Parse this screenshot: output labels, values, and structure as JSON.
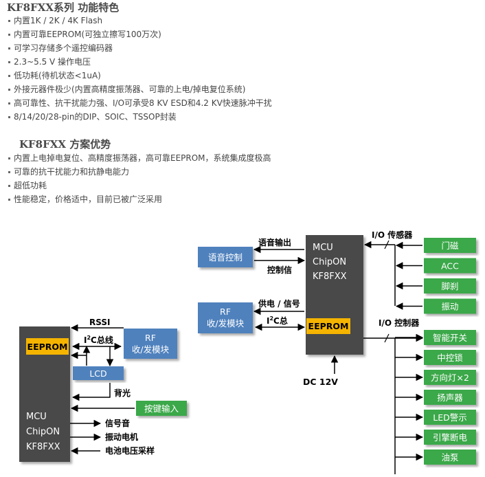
{
  "features": {
    "title": "KF8FXX系列 功能特色",
    "items": [
      "内置1K / 2K / 4K Flash",
      "内置可靠EEPROM(可独立擦写100万次)",
      "可学习存储多个遥控编码器",
      "2.3~5.5 V 操作电压",
      "低功耗(待机状态<1uA)",
      "外接元器件极少(内置高精度振荡器、可靠的上电/掉电复位系统)",
      "高可靠性、抗干扰能力强、I/O可承受8 KV ESD和4.2 KV快速脉冲干扰",
      "8/14/20/28-pin的DIP、SOIC、TSSOP封装"
    ]
  },
  "advantages": {
    "title": "KF8FXX 方案优势",
    "items": [
      "内置上电掉电复位、高精度振荡器，高可靠EEPROM，系统集成度极高",
      "可靠的抗干扰能力和抗静电能力",
      "超低功耗",
      "性能稳定，价格适中，目前已被广泛采用"
    ]
  },
  "diagram": {
    "left_mcu": [
      "MCU",
      "ChipON",
      "KF8FXX"
    ],
    "left_eeprom": "EEPROM",
    "rssi": "RSSI",
    "i2c_bus_prefix": "I",
    "i2c_bus_sup": "2",
    "i2c_bus_suffix": "C总线",
    "rf_left": [
      "RF",
      "收/发模块"
    ],
    "lcd": "LCD",
    "backlight": "背光",
    "key_input": "按键输入",
    "signal_tone": "信号音",
    "vibration_motor": "振动电机",
    "battery_sampling": "电池电压采样",
    "rf_center": [
      "RF",
      "收/发模块"
    ],
    "power_signal": "供电 / 信号",
    "i2c_center_prefix": "I",
    "i2c_center_sup": "2",
    "i2c_center_suffix": "C总",
    "voice_control": "语音控制",
    "voice_output": "语音输出",
    "control_signal": "控制信",
    "right_mcu": [
      "MCU",
      "ChipON",
      "KF8FXX"
    ],
    "right_eeprom": "EEPROM",
    "dc_12v": "DC  12V",
    "io_sensor": "I/O 传感器",
    "sensors": [
      "门磁",
      "ACC",
      "脚刹",
      "振动"
    ],
    "io_controller": "I/O 控制器",
    "controllers": [
      "智能开关",
      "中控锁",
      "方向灯×2",
      "扬声器",
      "LED警示",
      "引擎断电",
      "油泵"
    ],
    "colors": {
      "mcu_body": "#4a4a4a",
      "eeprom": "#f5b400",
      "blue_module": "#4f81bd",
      "green_module": "#3aa84a",
      "line": "#000000"
    }
  }
}
